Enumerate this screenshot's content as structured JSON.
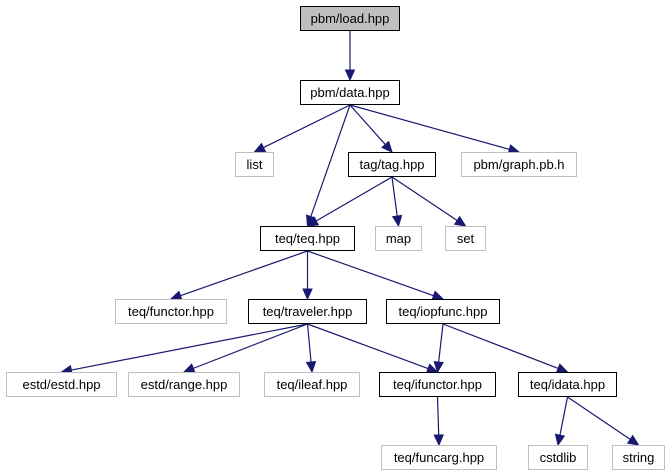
{
  "colors": {
    "edge": "#191970",
    "local_border": "#000000",
    "system_border": "#bfbfbf",
    "root_fill": "#bfbfbf"
  },
  "nodes": {
    "load": {
      "label": "pbm/load.hpp",
      "kind": "root"
    },
    "data": {
      "label": "pbm/data.hpp",
      "kind": "local"
    },
    "list": {
      "label": "list",
      "kind": "system"
    },
    "tag": {
      "label": "tag/tag.hpp",
      "kind": "local"
    },
    "graph": {
      "label": "pbm/graph.pb.h",
      "kind": "system"
    },
    "teq": {
      "label": "teq/teq.hpp",
      "kind": "local"
    },
    "map": {
      "label": "map",
      "kind": "system"
    },
    "set": {
      "label": "set",
      "kind": "system"
    },
    "functor": {
      "label": "teq/functor.hpp",
      "kind": "system"
    },
    "traveler": {
      "label": "teq/traveler.hpp",
      "kind": "local"
    },
    "iopfunc": {
      "label": "teq/iopfunc.hpp",
      "kind": "local"
    },
    "estd": {
      "label": "estd/estd.hpp",
      "kind": "system"
    },
    "range": {
      "label": "estd/range.hpp",
      "kind": "system"
    },
    "ileaf": {
      "label": "teq/ileaf.hpp",
      "kind": "system"
    },
    "ifunctor": {
      "label": "teq/ifunctor.hpp",
      "kind": "local"
    },
    "idata": {
      "label": "teq/idata.hpp",
      "kind": "local"
    },
    "funcarg": {
      "label": "teq/funcarg.hpp",
      "kind": "system"
    },
    "cstdlib": {
      "label": "cstdlib",
      "kind": "system"
    },
    "string": {
      "label": "string",
      "kind": "system"
    }
  },
  "edges": [
    [
      "load",
      "data"
    ],
    [
      "data",
      "list"
    ],
    [
      "data",
      "tag"
    ],
    [
      "data",
      "graph"
    ],
    [
      "data",
      "teq"
    ],
    [
      "tag",
      "teq"
    ],
    [
      "tag",
      "map"
    ],
    [
      "tag",
      "set"
    ],
    [
      "teq",
      "functor"
    ],
    [
      "teq",
      "traveler"
    ],
    [
      "teq",
      "iopfunc"
    ],
    [
      "traveler",
      "estd"
    ],
    [
      "traveler",
      "range"
    ],
    [
      "traveler",
      "ileaf"
    ],
    [
      "traveler",
      "ifunctor"
    ],
    [
      "iopfunc",
      "ifunctor"
    ],
    [
      "iopfunc",
      "idata"
    ],
    [
      "ifunctor",
      "funcarg"
    ],
    [
      "idata",
      "cstdlib"
    ],
    [
      "idata",
      "string"
    ]
  ]
}
